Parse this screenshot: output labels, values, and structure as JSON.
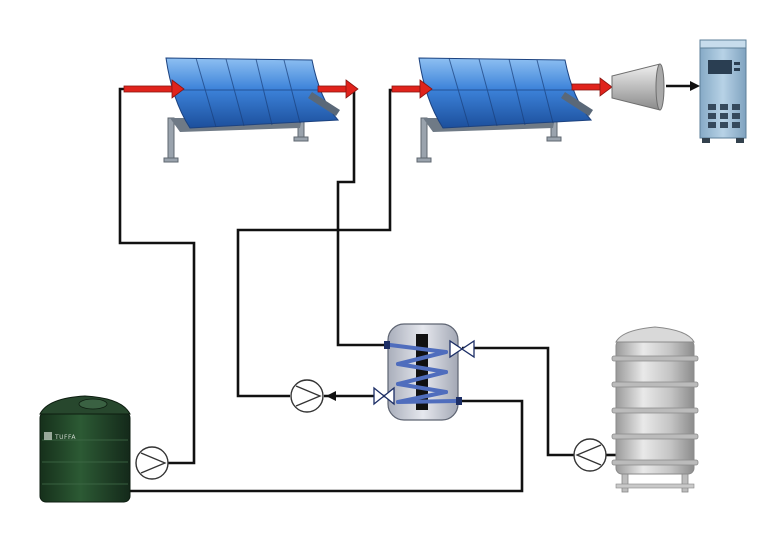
{
  "oil_tank": {
    "brand_label": "TUFFA"
  },
  "colors": {
    "pipe": "#111111",
    "flow_arrow": "#e0231c",
    "collector_blue": "#3d7fd6",
    "collector_light": "#9cc6f2",
    "oil_tank_green": "#1e3d24",
    "steel_tank": "#c9c9c9",
    "exchanger_shell": "#cfd3dc",
    "exchanger_coil": "#5b79c9",
    "generator_body": "#9ec0d9",
    "turbine_grey": "#bfbfbf"
  },
  "components": [
    "solar-collector-1",
    "solar-collector-2",
    "turbine",
    "generator",
    "heat-exchanger",
    "oil-storage-tank",
    "water-storage-tank",
    "pump-oil",
    "pump-intermediate",
    "pump-water"
  ]
}
